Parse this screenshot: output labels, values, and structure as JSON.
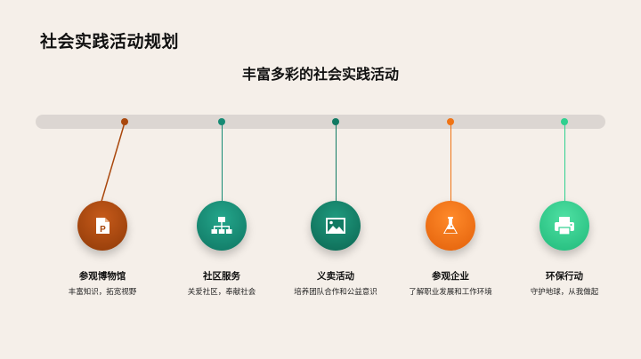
{
  "slide": {
    "title": "社会实践活动规划",
    "subtitle": "丰富多彩的社会实践活动"
  },
  "activities": [
    {
      "label": "参观博物馆",
      "desc": "丰富知识，拓宽视野",
      "icon": "document-p-icon",
      "color": "#a9470c"
    },
    {
      "label": "社区服务",
      "desc": "关爱社区，奉献社会",
      "icon": "org-chart-icon",
      "color": "#168a74"
    },
    {
      "label": "义卖活动",
      "desc": "培养团队合作和公益意识",
      "icon": "image-icon",
      "color": "#117a63"
    },
    {
      "label": "参观企业",
      "desc": "了解职业发展和工作环境",
      "icon": "flask-icon",
      "color": "#f07314"
    },
    {
      "label": "环保行动",
      "desc": "守护地球，从我做起",
      "icon": "printer-icon",
      "color": "#2fd08f"
    }
  ]
}
